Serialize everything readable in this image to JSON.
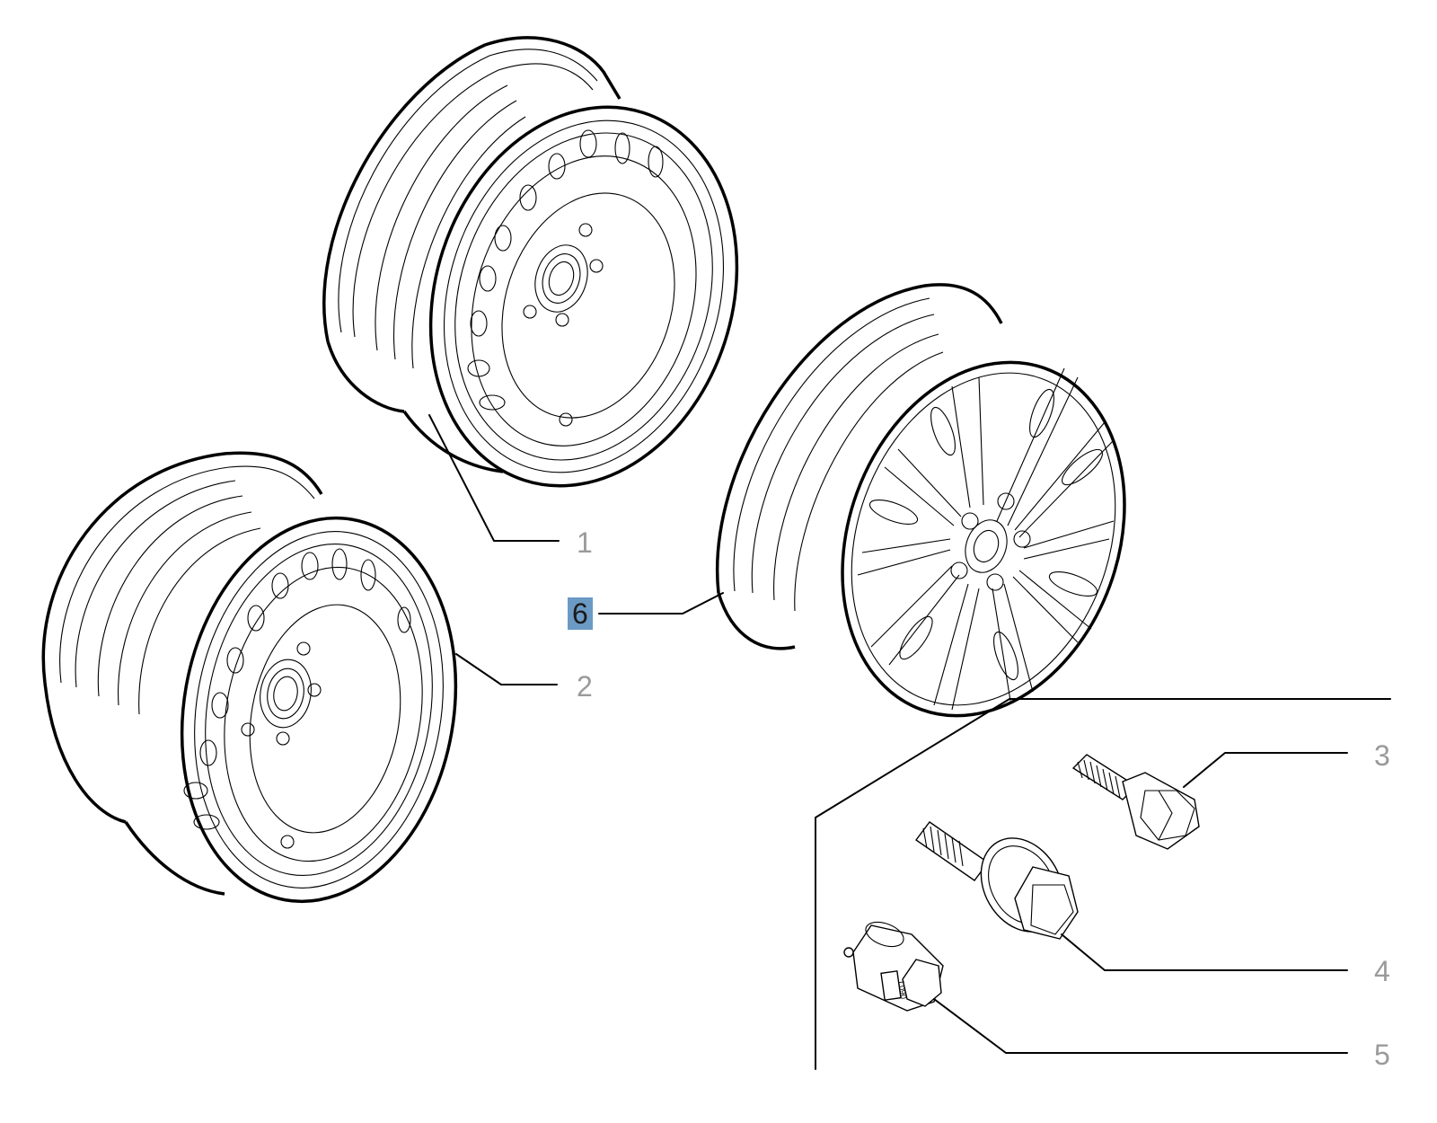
{
  "diagram": {
    "callouts": [
      {
        "id": "1",
        "label": "1",
        "part": "steel wheel rim"
      },
      {
        "id": "2",
        "label": "2",
        "part": "steel wheel rim"
      },
      {
        "id": "3",
        "label": "3",
        "part": "wheel bolt"
      },
      {
        "id": "4",
        "label": "4",
        "part": "wheel bolt"
      },
      {
        "id": "5",
        "label": "5",
        "part": "wheel lock key adapter"
      },
      {
        "id": "6",
        "label": "6",
        "part": "alloy wheel rim",
        "highlighted": true
      }
    ],
    "adapter_stamp": "L090",
    "colors": {
      "highlight": "#6b9ac4",
      "label": "#9a9a9a",
      "ink": "#000000"
    }
  }
}
